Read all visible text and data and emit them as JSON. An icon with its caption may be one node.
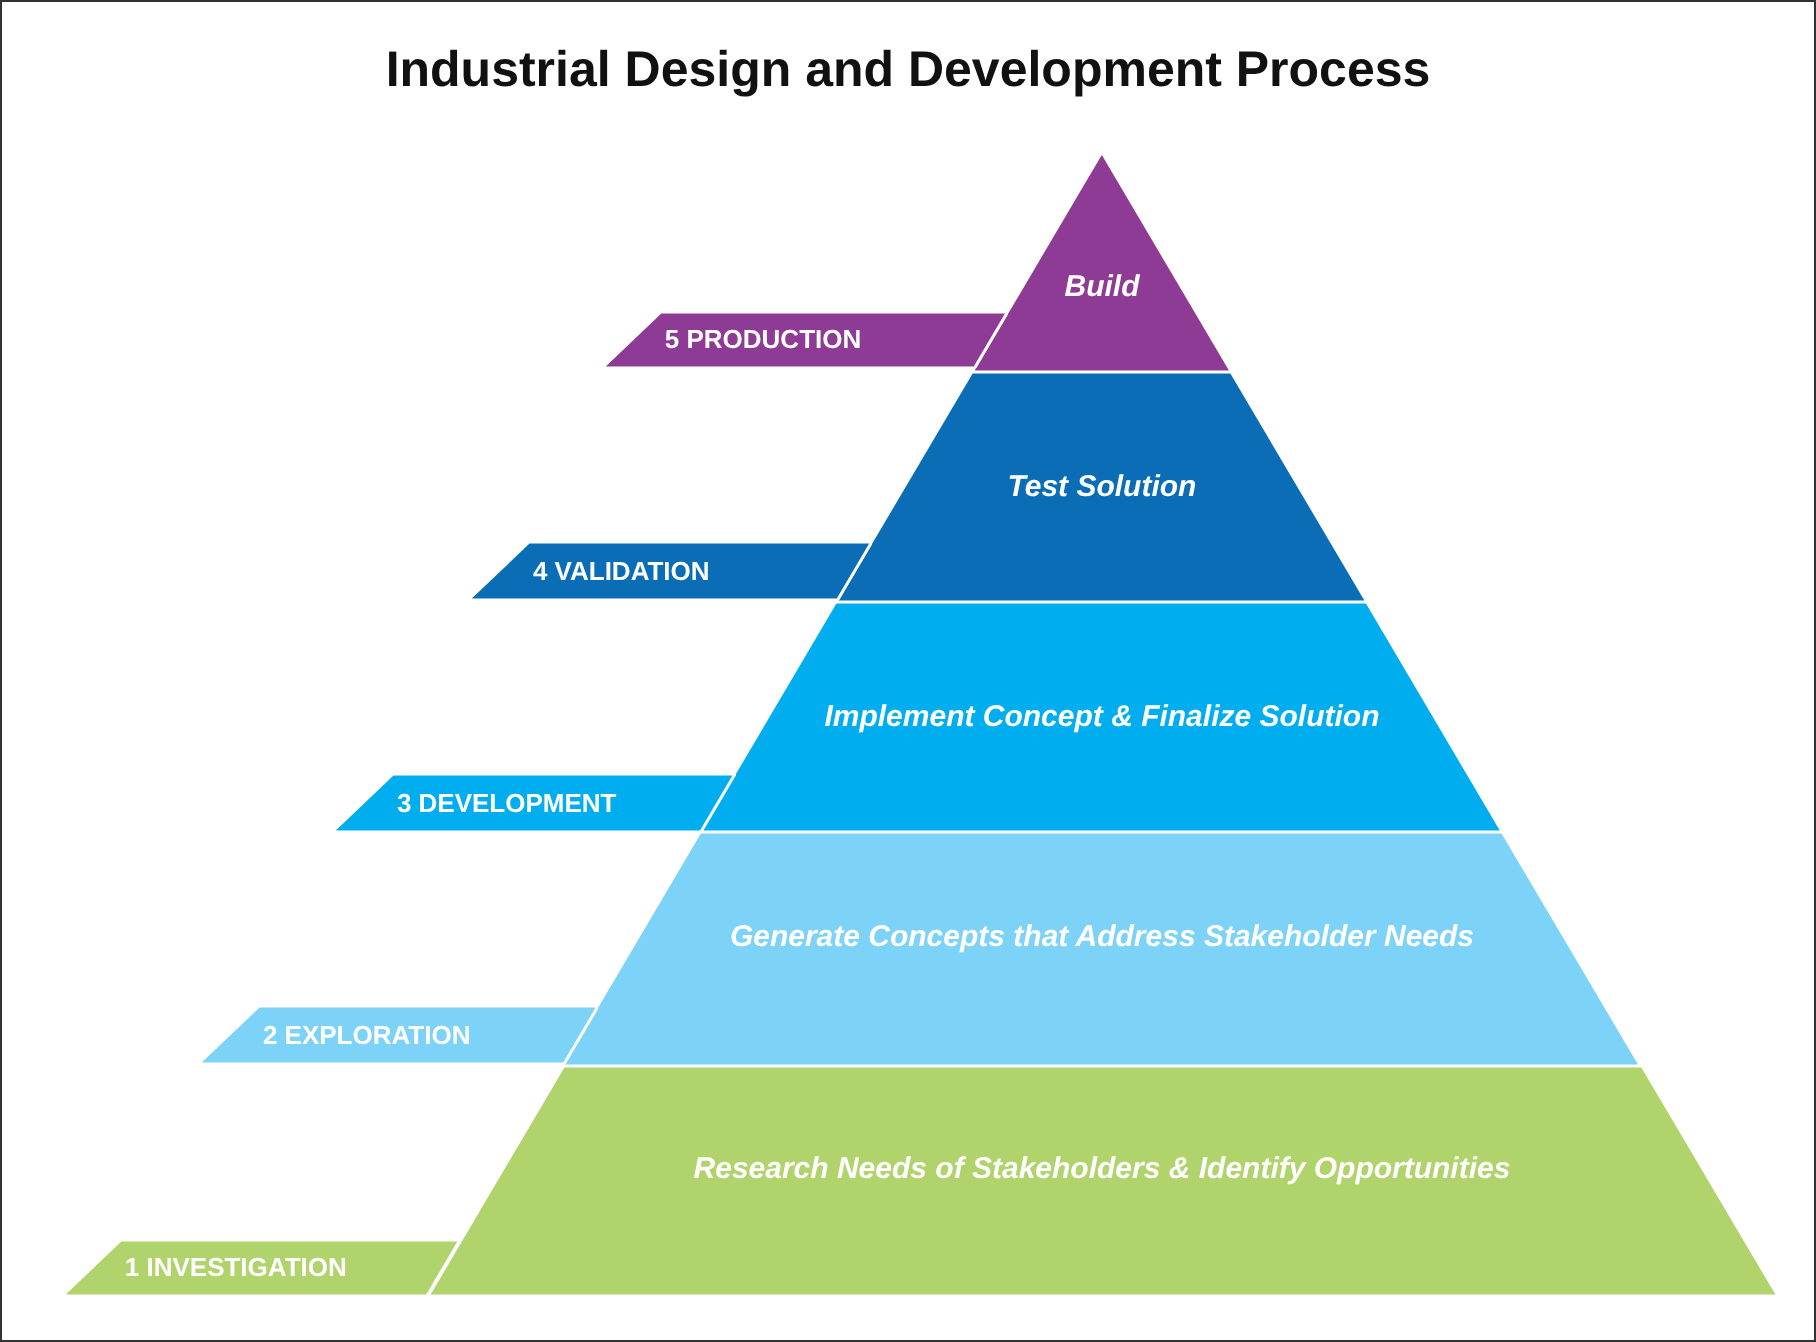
{
  "diagram": {
    "title": "Industrial Design and Development Process",
    "nodes": [
      {
        "text": [
          "Build"
        ]
      },
      {
        "text": [
          "5 PRODUCTION"
        ]
      },
      {
        "text": [
          "Test Solution"
        ]
      },
      {
        "text": [
          "4 VALIDATION"
        ]
      },
      {
        "text": [
          "Implement Concept & Finalize Solution"
        ]
      },
      {
        "text": [
          "3 DEVELOPMENT"
        ]
      },
      {
        "text": [
          "Generate Concepts that Address Stakeholder Needs"
        ]
      },
      {
        "text": [
          "2 EXPLORATION"
        ]
      },
      {
        "text": [
          "Research Needs of Stakeholders & Identify Opportunities"
        ]
      },
      {
        "text": [
          "1 INVESTIGATION"
        ]
      }
    ],
    "edges": []
  }
}
